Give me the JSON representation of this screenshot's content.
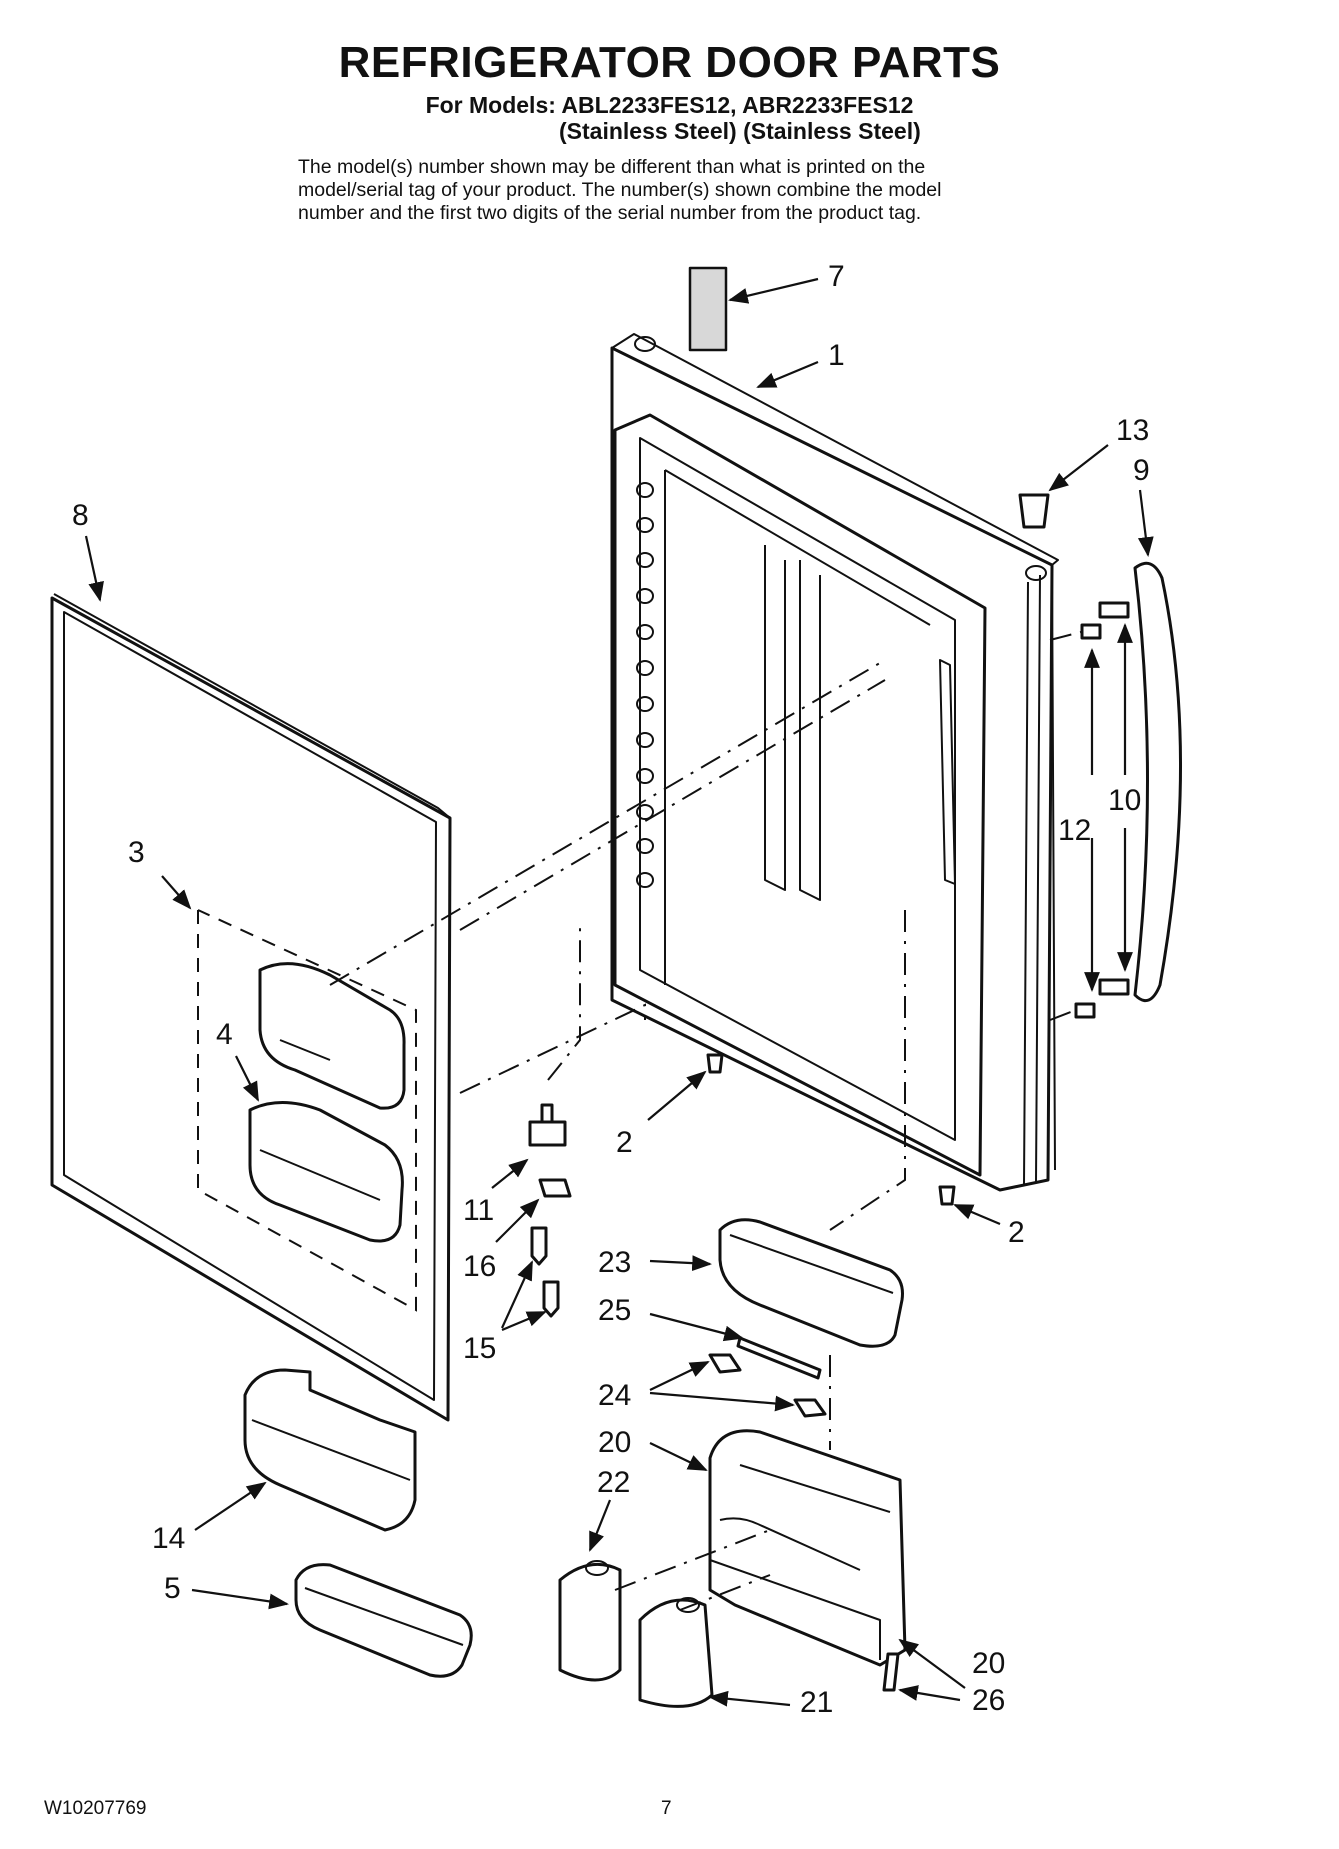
{
  "header": {
    "title": "REFRIGERATOR DOOR PARTS",
    "models_line": "For Models: ABL2233FES12, ABR2233FES12",
    "finish_line": "(Stainless Steel) (Stainless Steel)",
    "note_lines": [
      "The model(s) number shown may be different than what is printed on the",
      "model/serial tag of your product. The number(s) shown combine the model",
      "number and the first two digits of the serial number from the product tag."
    ]
  },
  "callouts": {
    "c7": "7",
    "c1": "1",
    "c13": "13",
    "c9": "9",
    "c8": "8",
    "c10": "10",
    "c12": "12",
    "c3": "3",
    "c4": "4",
    "c2a": "2",
    "c2b": "2",
    "c11": "11",
    "c16": "16",
    "c15": "15",
    "c23": "23",
    "c25": "25",
    "c24": "24",
    "c20a": "20",
    "c22": "22",
    "c14": "14",
    "c5": "5",
    "c20b": "20",
    "c26": "26",
    "c21": "21"
  },
  "footer": {
    "doc_number": "W10207769",
    "page_number": "7"
  }
}
